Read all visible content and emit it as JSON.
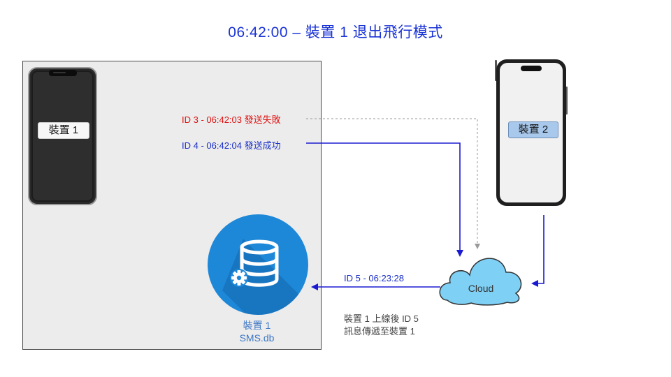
{
  "title": "06:42:00 – 裝置 1 退出飛行模式",
  "device1": {
    "label": "裝置 1"
  },
  "device2": {
    "label": "裝置 2"
  },
  "messages": {
    "failed": "ID 3 - 06:42:03 發送失敗",
    "sent": "ID 4 - 06:42:04  發送成功",
    "delivered": "ID 5 - 06:23:28"
  },
  "note": {
    "line1": "裝置 1 上線後 ID 5",
    "line2": "訊息傳遞至裝置 1"
  },
  "database": {
    "owner": "裝置 1",
    "name": "SMS.db",
    "icon": "database-gear-icon"
  },
  "cloud": {
    "label": "Cloud"
  },
  "colors": {
    "title": "#1a33d6",
    "fail": "#e01414",
    "ok": "#1a2fc8",
    "arrow": "#1a1ad0",
    "dashed": "#9a9a9a",
    "panel": "#ececec",
    "db_circle": "#1e88d8",
    "cloud": "#7fd0f5"
  }
}
